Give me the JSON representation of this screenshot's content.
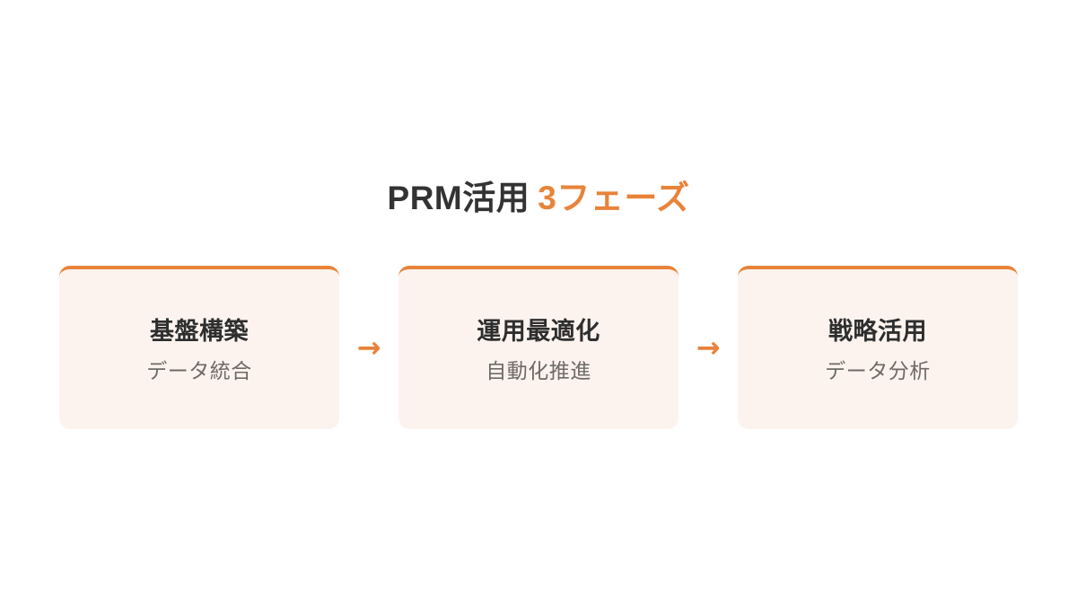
{
  "slide": {
    "background_color": "#FFFFFF",
    "accent_color": "#E8833A",
    "card_background_color": "#FDF3EE",
    "title_dark_color": "#333333",
    "card_title_color": "#2E2E2E",
    "card_subtitle_color": "#6E6A68",
    "title": {
      "text_dark": "PRM活用",
      "text_accent": "3フェーズ",
      "full_text": "PRM活用 3フェーズ"
    },
    "arrows": [
      {
        "glyph": "→",
        "label": "arrow-phase-1-to-2"
      },
      {
        "glyph": "→",
        "label": "arrow-phase-2-to-3"
      }
    ],
    "phases": [
      {
        "index": 1,
        "title": "基盤構築",
        "subtitle": "データ統合"
      },
      {
        "index": 2,
        "title": "運用最適化",
        "subtitle": "自動化推進"
      },
      {
        "index": 3,
        "title": "戦略活用",
        "subtitle": "データ分析"
      }
    ]
  }
}
